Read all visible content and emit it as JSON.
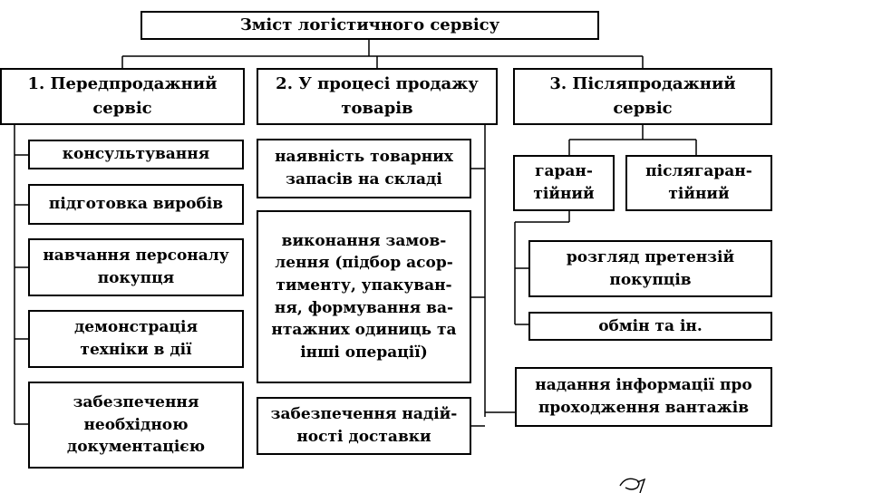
{
  "diagram": {
    "title": "Зміст логістичного сервісу",
    "columns": [
      {
        "heading": "1. Передпродажний\nсервіс",
        "items": [
          "консультування",
          "підготовка виробів",
          "навчання персоналу\nпокупця",
          "демонстрація\nтехніки в дії",
          "забезпечення\nнеобхідною\nдокументацією"
        ]
      },
      {
        "heading": "2. У процесі продажу\nтоварів",
        "items": [
          "наявність товарних\nзапасів на складі",
          "виконання замов-\nлення (підбор асор-\nтименту, упакуван-\nня, формування ва-\nнтажних одиниць та\nінші операції)",
          "забезпечення надій-\nності доставки"
        ]
      },
      {
        "heading": "3. Післяпродажний\nсервіс",
        "subtypes": [
          "гаран-\nтійний",
          "післягаран-\nтійний"
        ],
        "items": [
          "розгляд претензій\nпокупців",
          "обмін та ін.",
          "надання інформації про\nпроходження вантажів"
        ]
      }
    ]
  }
}
